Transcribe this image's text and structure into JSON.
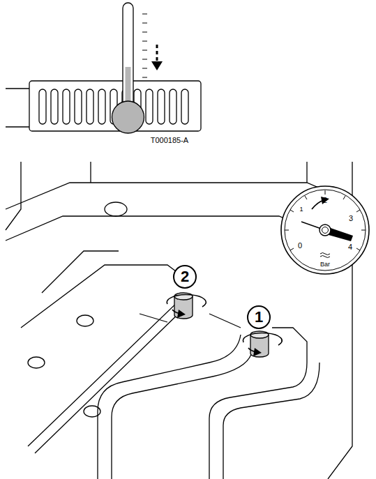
{
  "diagram": {
    "nodes": [
      {
        "text": [
          "2"
        ]
      },
      {
        "text": [
          "1"
        ]
      }
    ],
    "labels": [
      "T000185-A",
      "2",
      "1",
      "3",
      "0",
      "4",
      "Bar"
    ]
  }
}
